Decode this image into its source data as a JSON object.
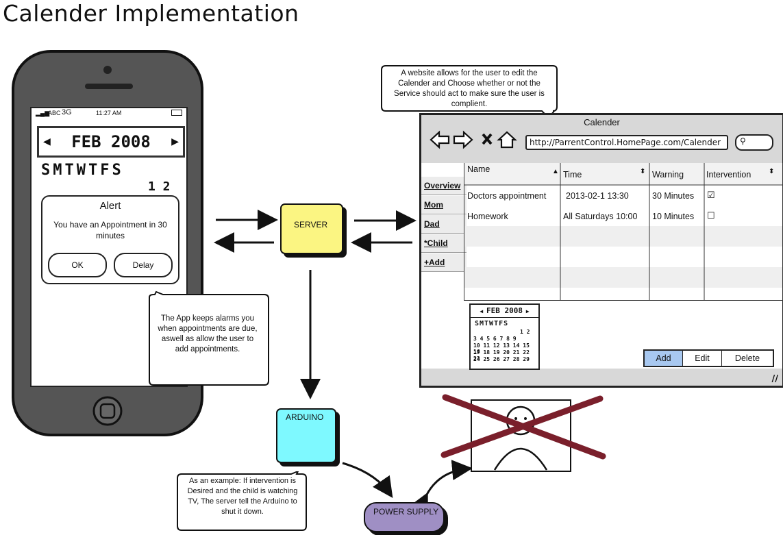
{
  "title": "Calender Implementation",
  "phone": {
    "carrier": "ABC",
    "network": "3G",
    "time": "11:27 AM",
    "calendar": {
      "month": "FEB 2008",
      "days": "SMTWTFS",
      "first_numbers": "1 2"
    },
    "alert": {
      "title": "Alert",
      "message": "You have an Appointment in 30 minutes",
      "ok_label": "OK",
      "delay_label": "Delay"
    }
  },
  "callouts": {
    "app": "The App keeps alarms you when appointments are due, aswell as allow the user to add appointments.",
    "website": "A website allows for the user to edit the Calender and Choose whether or not the Service should act to make sure the user is complient.",
    "example": "As an example: If intervention is Desired and the child is watching TV, The server tell the Arduino to shut it down."
  },
  "nodes": {
    "server": "SERVER",
    "arduino": "ARDUINO",
    "power_supply": "POWER SUPPLY"
  },
  "browser": {
    "title": "Calender",
    "url": "http://ParrentControl.HomePage.com/Calender",
    "tabs": [
      "Overview",
      "Mom",
      "Dad",
      "*Child",
      "+Add"
    ],
    "columns": [
      "Name",
      "Time",
      "Warning",
      "Intervention"
    ],
    "rows": [
      {
        "name": "Doctors appointment",
        "time": "2013-02-1 13:30",
        "warning": "30 Minutes",
        "intervention": true
      },
      {
        "name": "Homework",
        "time": "All Saturdays 10:00",
        "warning": "10 Minutes",
        "intervention": false
      }
    ],
    "mini_calendar": {
      "month": "FEB 2008",
      "days": "SMTWTFS",
      "weeks": [
        "1 2",
        "3 4 5 6 7 8 9",
        "10 11 12 13 14 15 16",
        "17 18 19 20 21 22 23",
        "24 25 26 27 28 29"
      ]
    },
    "buttons": [
      "Add",
      "Edit",
      "Delete"
    ]
  },
  "colors": {
    "server": "#fbf582",
    "arduino": "#7ef9ff",
    "power_supply": "#9f8fc4",
    "button_active": "#a8c8f0",
    "cross": "#7a1f2b"
  },
  "icons": [
    "back-arrow-icon",
    "forward-arrow-icon",
    "close-icon",
    "home-icon",
    "search-icon",
    "checkbox-icon",
    "sort-icon",
    "resize-grip-icon"
  ]
}
